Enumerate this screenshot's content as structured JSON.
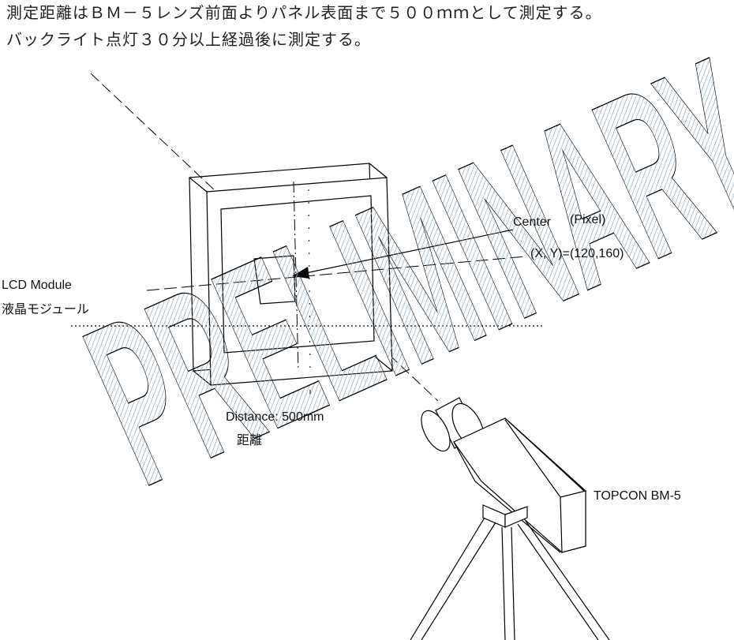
{
  "notes": {
    "line1": "測定距離はＢＭ－５レンズ前面よりパネル表面まで５００ｍｍとして測定する。",
    "line2": "バックライト点灯３０分以上経過後に測定する。"
  },
  "watermark": {
    "text": "PRELIMINARY"
  },
  "labels": {
    "center": "Center",
    "pixel": "(Pixel)",
    "coords": "(X, Y)=(120,160)",
    "lcd_en": "LCD Module",
    "lcd_jp": "液晶モジュール",
    "distance_en": "Distance: 500mm",
    "distance_jp": "距離",
    "instrument": "TOPCON BM-5"
  },
  "colors": {
    "line": "#000000",
    "watermark_hatch": "#9ab4c8"
  }
}
